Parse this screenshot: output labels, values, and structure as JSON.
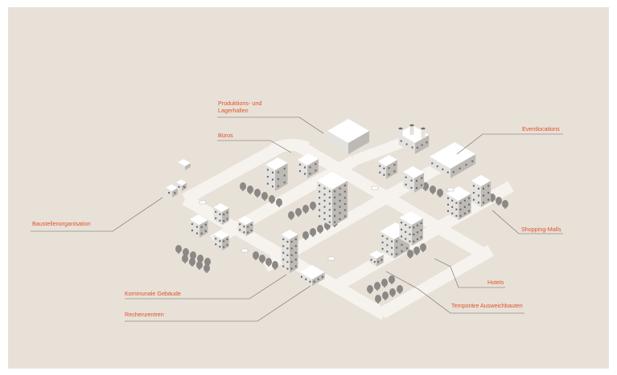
{
  "colors": {
    "background": "#e8e1d8",
    "page_margin": "#ffffff",
    "road": "#f6f3ef",
    "building_top": "#ffffff",
    "building_left": "#e4e2df",
    "building_right": "#bdbab6",
    "window": "#6d6a67",
    "tree": "#8c8885",
    "label": "#e0522b",
    "leader_line": "#6b6763"
  },
  "labels": {
    "produktion_line1": "Produktions- und",
    "produktion_line2": "Lagerhallen",
    "bueros": "Büros",
    "eventlocations": "Eventlocations",
    "baustellenorganisation": "Baustellenorganisation",
    "shopping_malls": "Shopping-Malls",
    "hotels": "Hotels",
    "kommunale_gebaeude": "Kommunale Gebäude",
    "temporaere_ausweichbauten": "Temporäre Ausweichbauten",
    "rechenzentren": "Rechenzentren"
  }
}
